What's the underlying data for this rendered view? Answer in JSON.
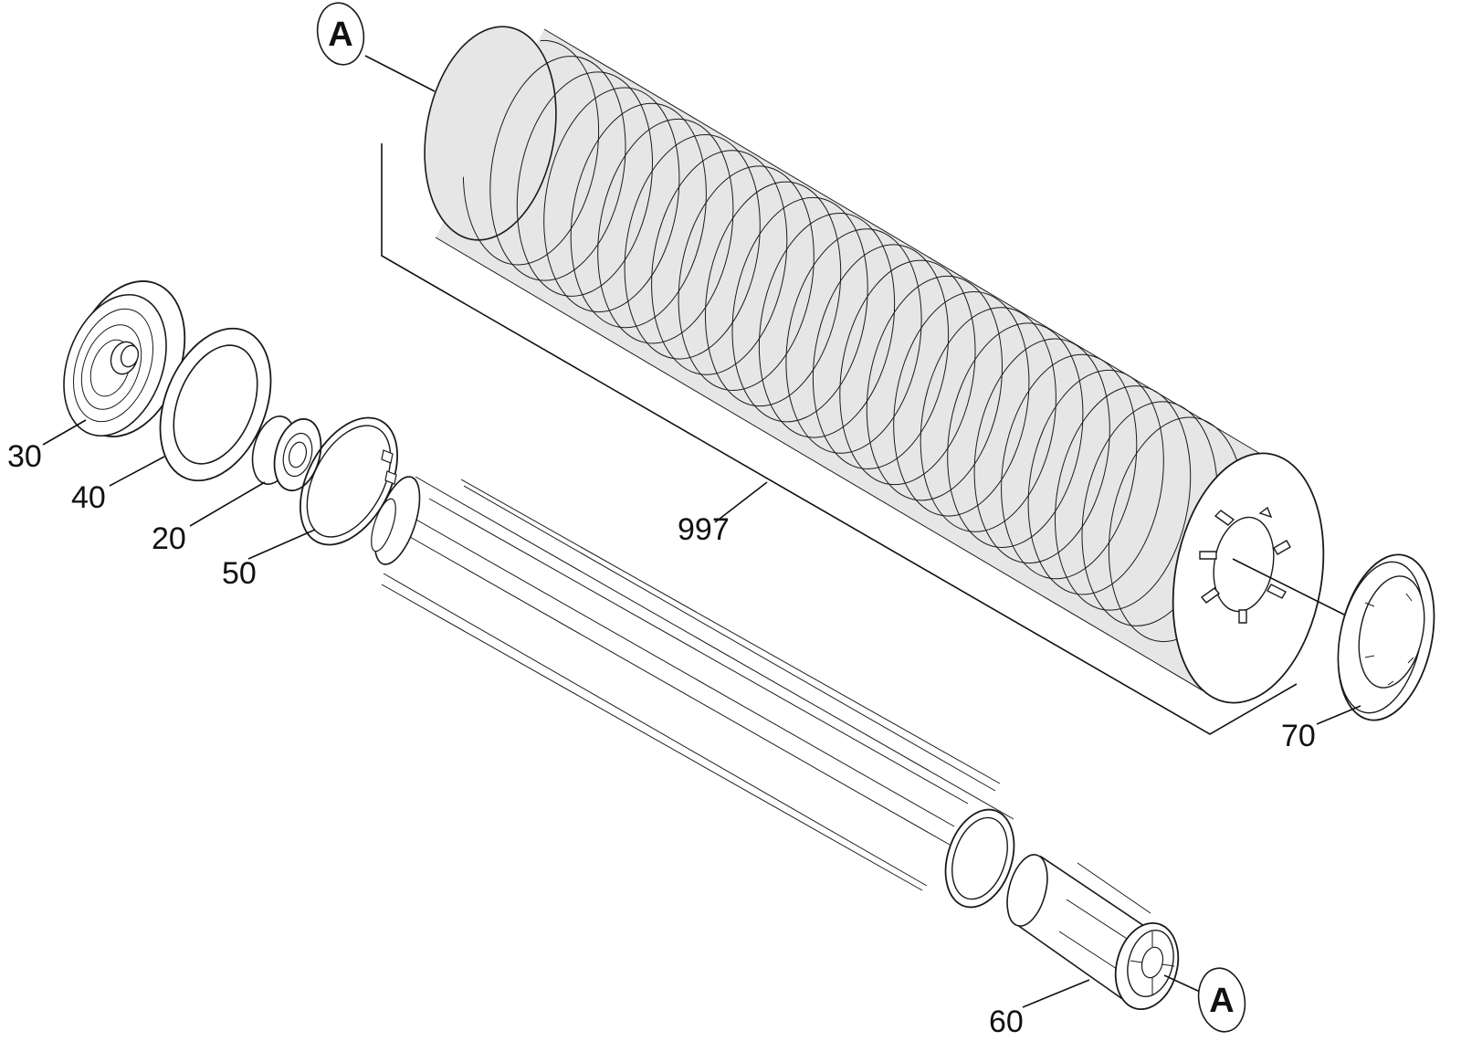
{
  "colors": {
    "line": "#1a1a1a",
    "roller_fill": "#e6e6e6",
    "background": "#ffffff"
  },
  "reference_marks": [
    {
      "id": "ref_a_top",
      "letter": "A"
    },
    {
      "id": "ref_a_bottom",
      "letter": "A"
    }
  ],
  "parts": [
    {
      "id": "p30",
      "number": "30"
    },
    {
      "id": "p40",
      "number": "40"
    },
    {
      "id": "p20",
      "number": "20"
    },
    {
      "id": "p50",
      "number": "50"
    },
    {
      "id": "p997",
      "number": "997"
    },
    {
      "id": "p70",
      "number": "70"
    },
    {
      "id": "p60",
      "number": "60"
    }
  ]
}
